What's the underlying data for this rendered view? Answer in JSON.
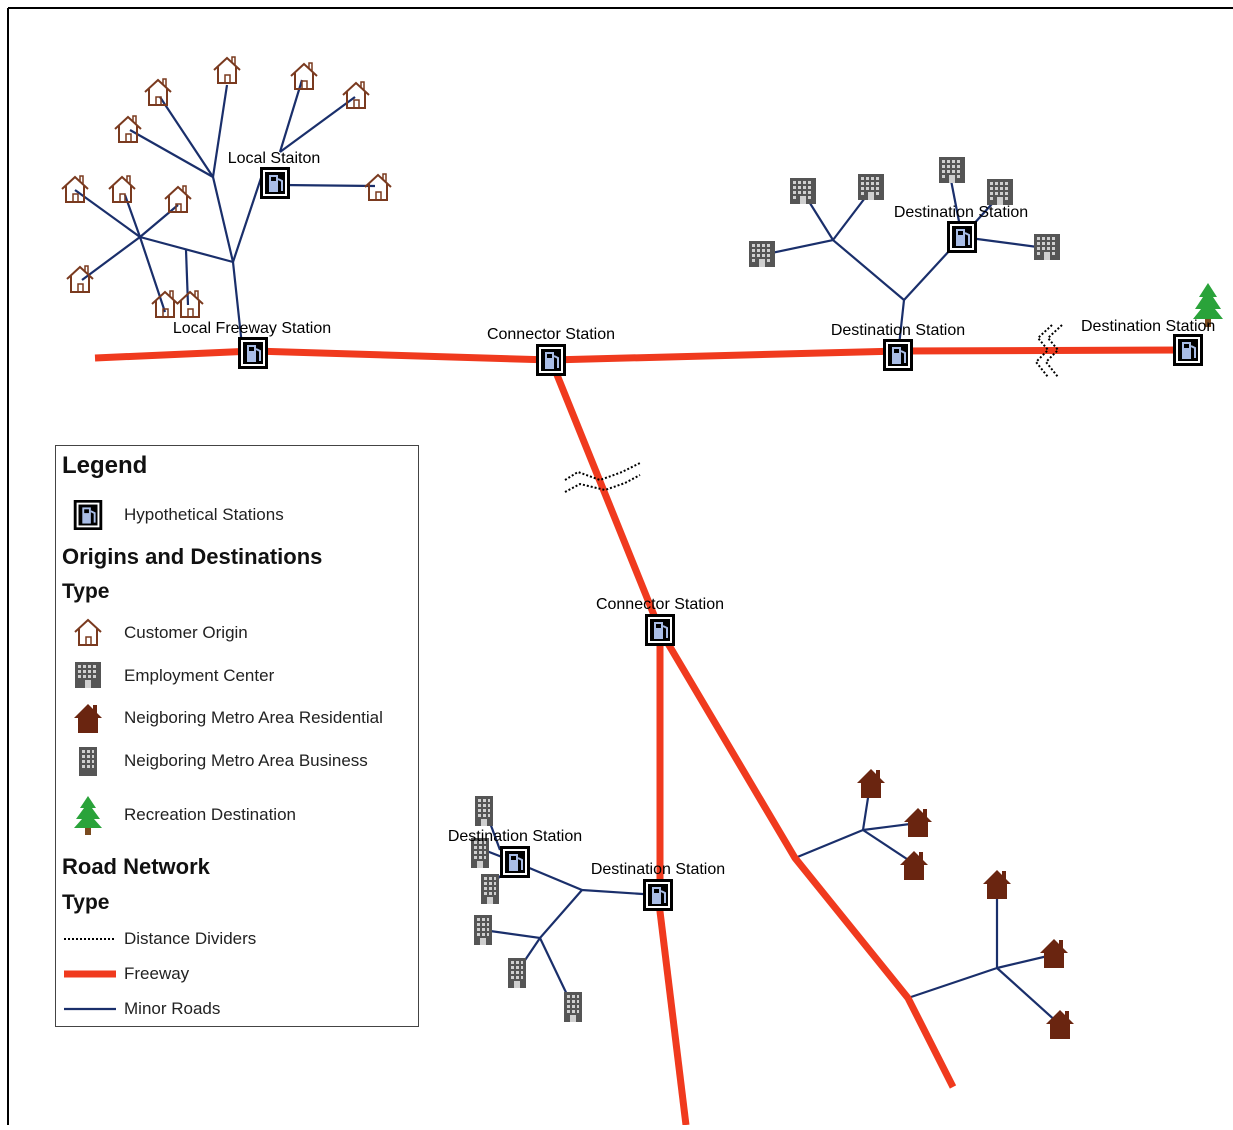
{
  "map": {
    "station_labels": {
      "local_station": "Local Staiton",
      "local_freeway_station": "Local Freeway Station",
      "connector_station_top": "Connector Station",
      "destination_station_mid": "Destination Station",
      "destination_station_upper": "Destination Station",
      "destination_station_right": "Destination Station",
      "connector_station_lower": "Connector Station",
      "destination_station_lower_left": "Destination Station",
      "destination_station_lower_center": "Destination Station"
    },
    "colors": {
      "freeway": "#f03a1e",
      "minor_road": "#1a2f6b",
      "customer_origin": "#7a3a1f",
      "employment_center": "#555555",
      "metro_residential": "#6a2510",
      "metro_business": "#555555",
      "recreation": "#2aa33a",
      "station_bg": "#000000",
      "station_pump": "#a9bde6"
    }
  },
  "legend": {
    "title": "Legend",
    "stations_item": "Hypothetical Stations",
    "od_heading": "Origins and Destinations",
    "od_type": "Type",
    "od_items": [
      {
        "label": "Customer Origin",
        "icon": "house-outline-icon"
      },
      {
        "label": "Employment Center",
        "icon": "building-icon"
      },
      {
        "label": "Neigboring Metro Area Residential",
        "icon": "house-filled-icon"
      },
      {
        "label": "Neigboring Metro Area Business",
        "icon": "office-tower-icon"
      },
      {
        "label": "Recreation Destination",
        "icon": "tree-icon"
      }
    ],
    "road_heading": "Road Network",
    "road_type": "Type",
    "road_items": [
      {
        "label": "Distance Dividers",
        "icon": "dotted-line-icon"
      },
      {
        "label": "Freeway",
        "icon": "thick-red-line-icon"
      },
      {
        "label": "Minor Roads",
        "icon": "thin-blue-line-icon"
      }
    ]
  }
}
